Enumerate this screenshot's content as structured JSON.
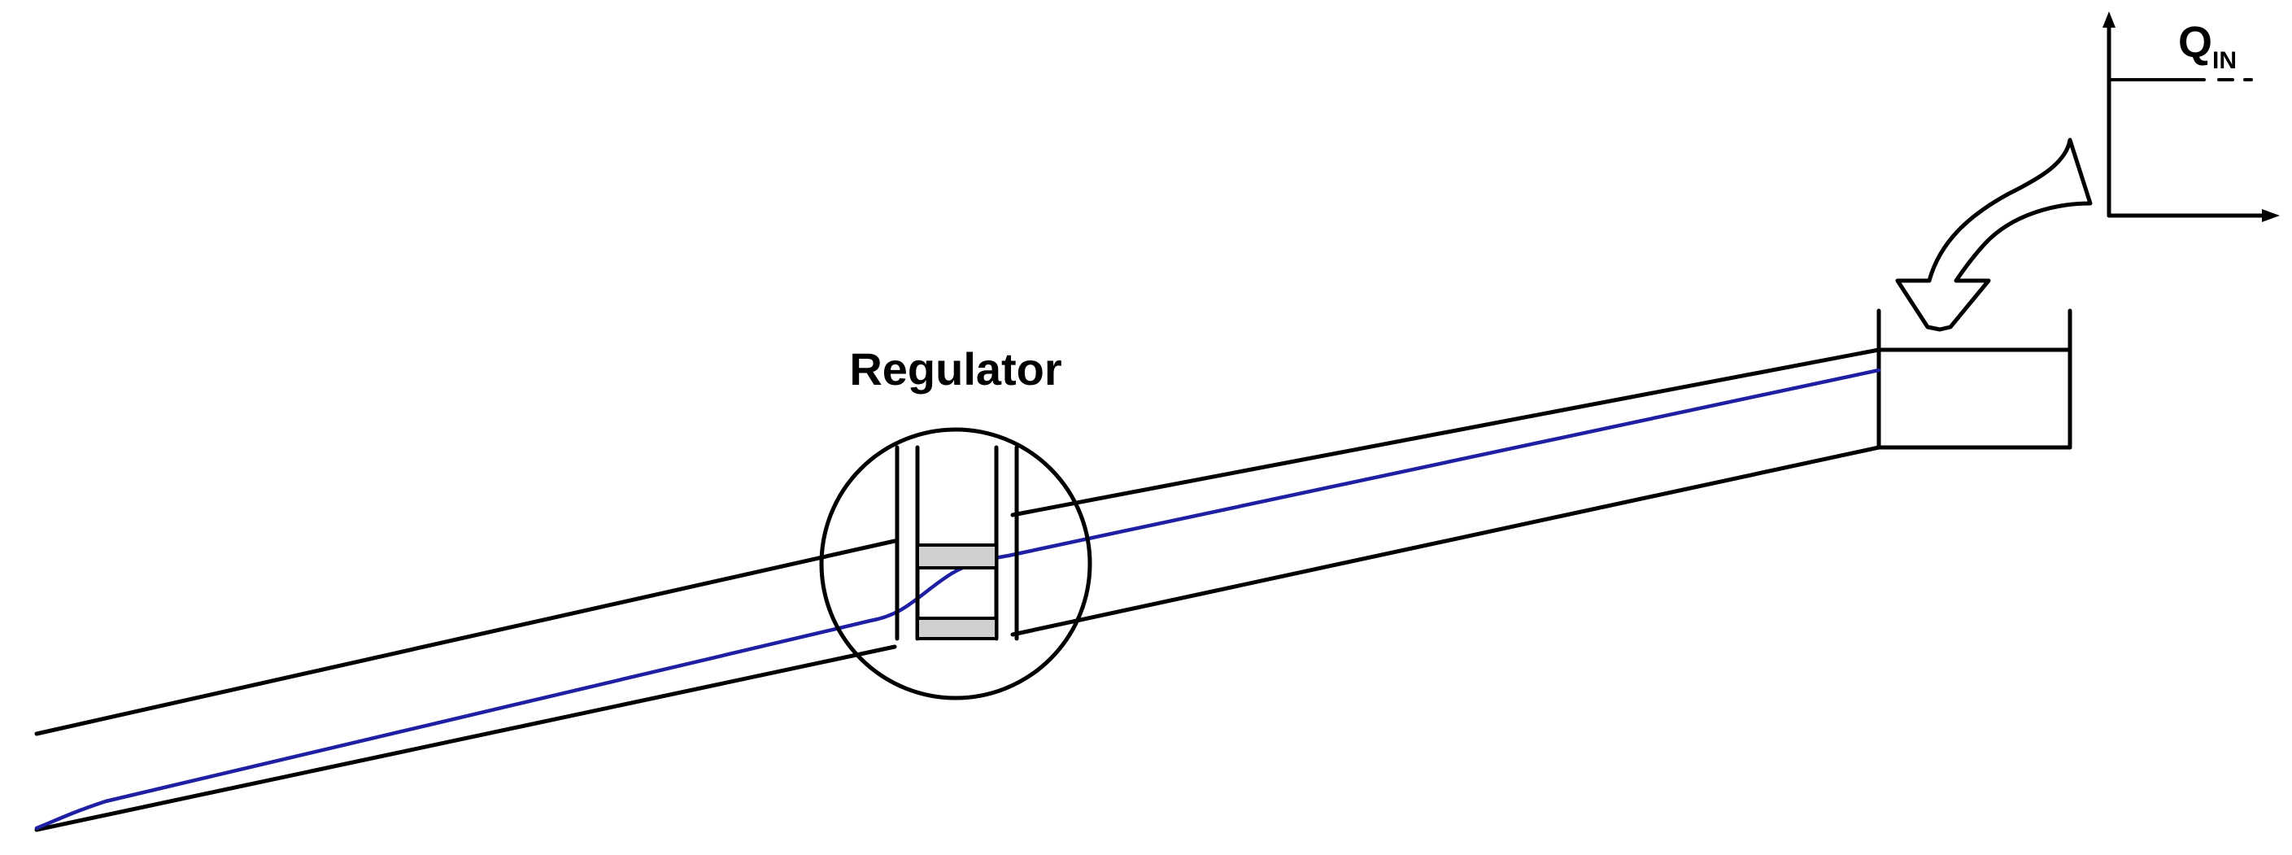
{
  "labels": {
    "regulator": "Regulator",
    "inflow_symbol": "Q",
    "inflow_subscript": "IN"
  },
  "icons": {
    "regulator_zoom": "magnifier-circle-icon",
    "inflow_arrow": "curved-arrow-down-icon"
  },
  "colors": {
    "outline": "#000000",
    "water_surface": "#1f1fa3",
    "gate": "#d0d0d0"
  }
}
